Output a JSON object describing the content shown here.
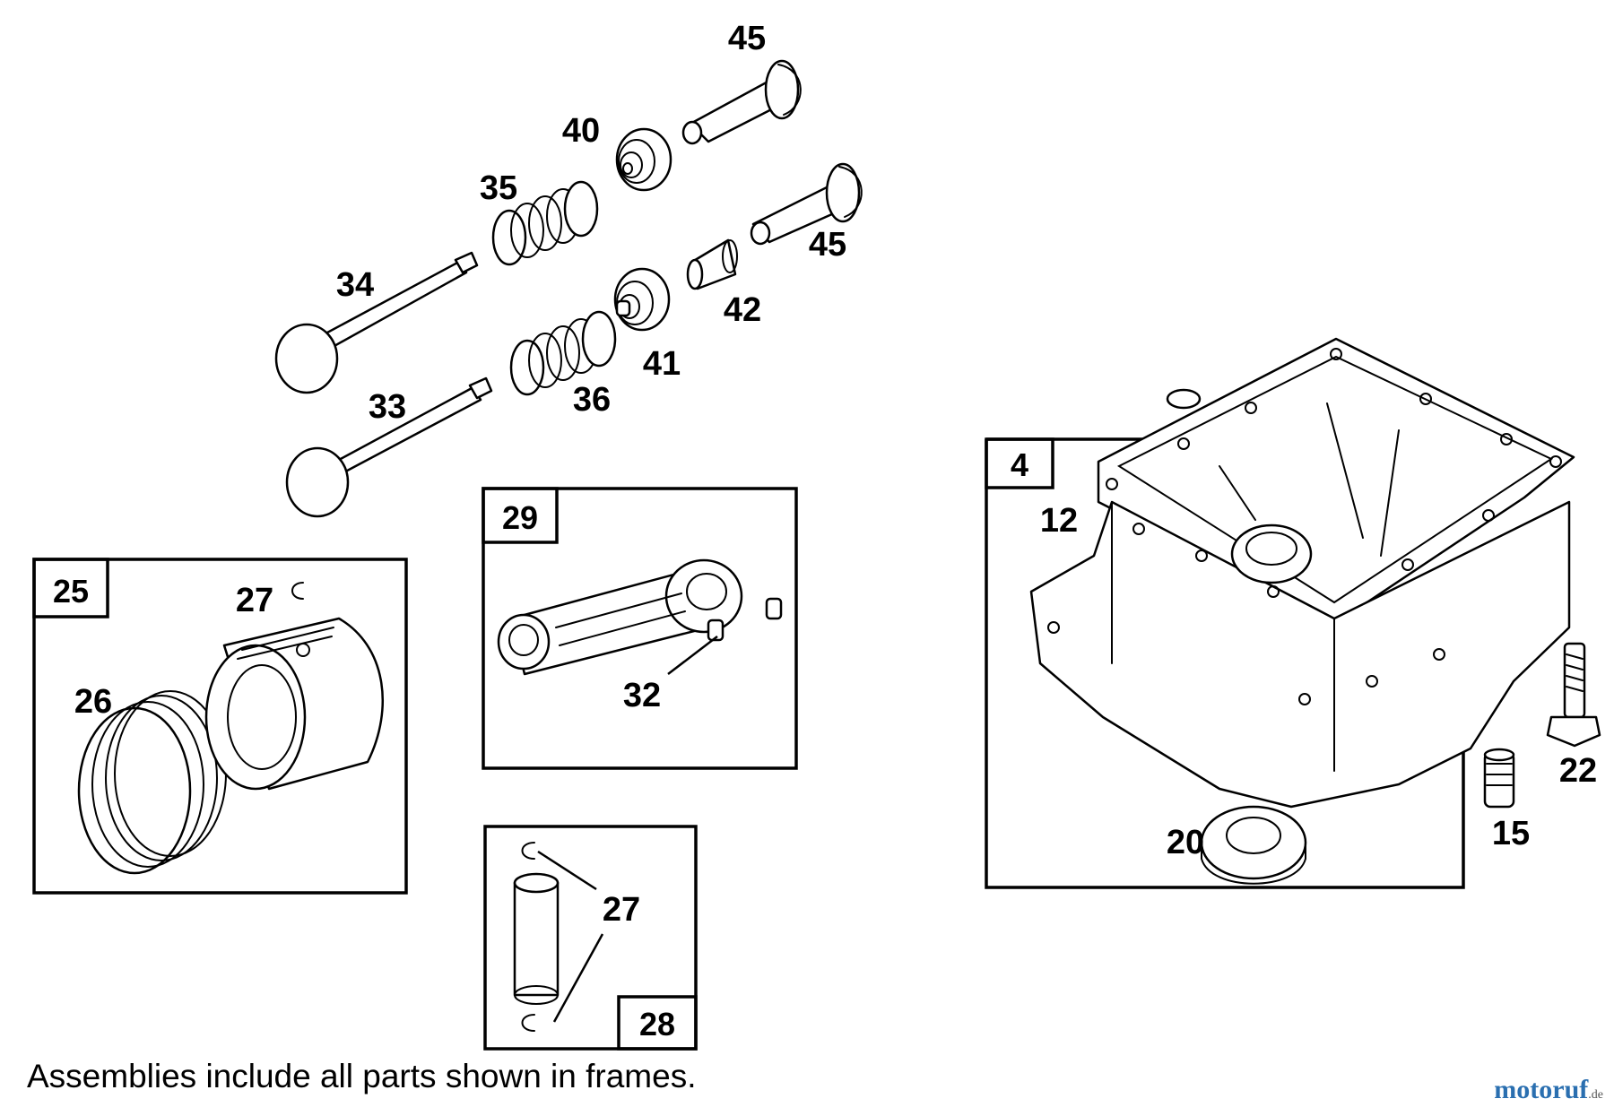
{
  "caption": "Assemblies include all parts shown in frames.",
  "watermark": {
    "name": "motoruf",
    "tld": ".de"
  },
  "callouts": {
    "c45a": "45",
    "c40": "40",
    "c35": "35",
    "c45b": "45",
    "c34": "34",
    "c42": "42",
    "c41": "41",
    "c33": "33",
    "c36": "36",
    "c27a": "27",
    "c26": "26",
    "c32": "32",
    "c27b": "27",
    "c12": "12",
    "c22": "22",
    "c15": "15",
    "c20": "20"
  },
  "frames": {
    "f25": "25",
    "f29": "29",
    "f28": "28",
    "f4": "4"
  }
}
